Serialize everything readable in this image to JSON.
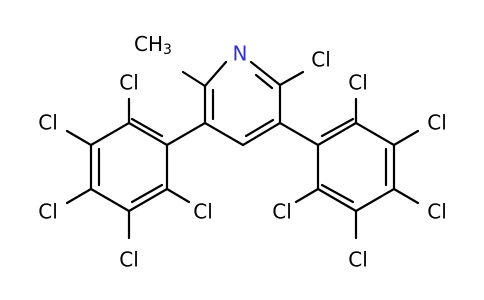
{
  "atoms": {
    "ch3": "CH",
    "ch3_subscript": "3",
    "n": "N",
    "cl_pyr": "Cl",
    "l1": "Cl",
    "l2": "Cl",
    "l3": "Cl",
    "l4": "Cl",
    "l5": "Cl",
    "r1": "Cl",
    "r2": "Cl",
    "r3": "Cl",
    "r4": "Cl",
    "r5": "Cl"
  },
  "colors": {
    "bond": "#000000",
    "carbon_label": "#000000",
    "nitrogen": "#3333cc"
  }
}
